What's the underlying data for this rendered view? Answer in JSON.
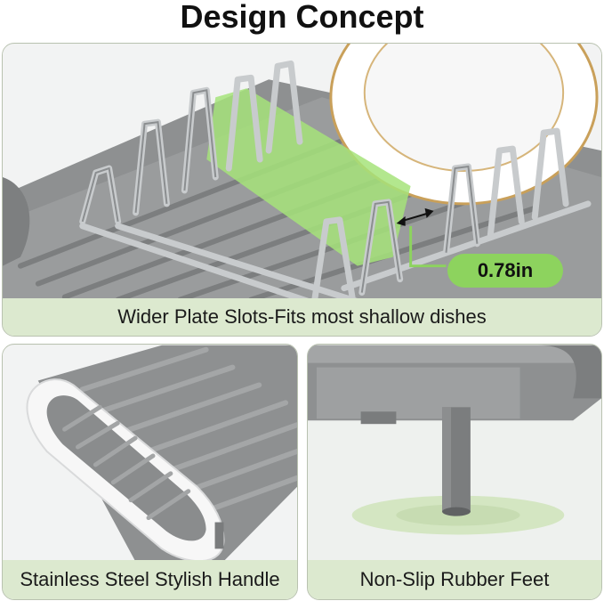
{
  "header": {
    "title": "Design Concept"
  },
  "top_panel": {
    "caption": "Wider Plate Slots-Fits most shallow dishes",
    "measurement": "0.78in"
  },
  "bottom_left_panel": {
    "caption": "Stainless Steel Stylish Handle"
  },
  "bottom_right_panel": {
    "caption": "Non-Slip Rubber Feet"
  },
  "colors": {
    "accent_green": "#8dd35e",
    "caption_bg": "#dce9cf",
    "rack_gray": "#8a8c8d",
    "steel": "#c8cbcd"
  }
}
